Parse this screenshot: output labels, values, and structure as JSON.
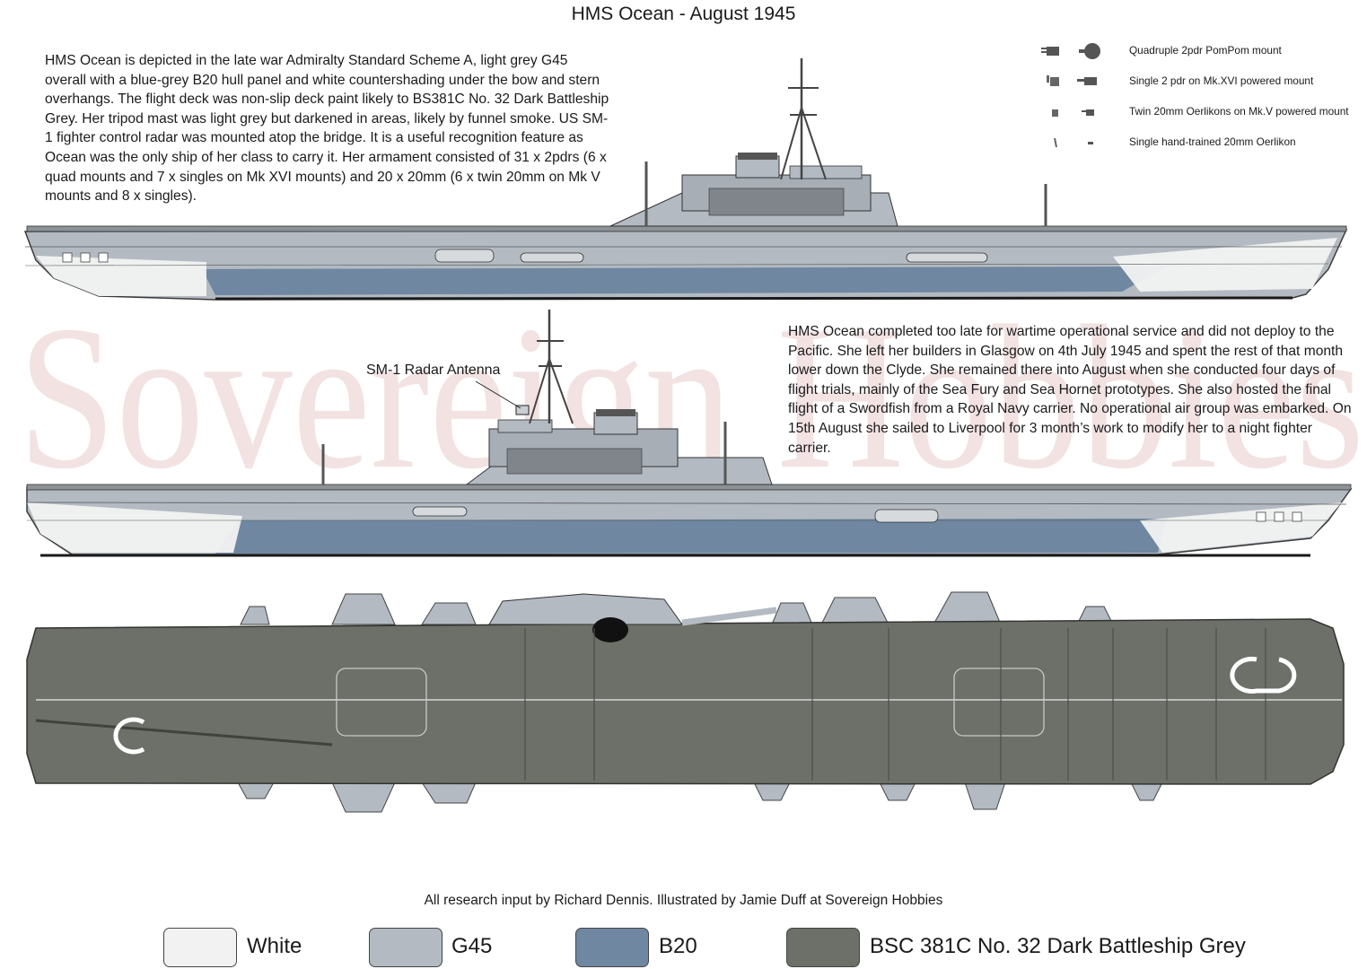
{
  "title": "HMS Ocean - August 1945",
  "paragraph_1": "HMS Ocean is depicted in the late war Admiralty Standard Scheme A, light grey G45 overall with a blue-grey B20 hull panel and white countershading under the bow and stern overhangs. The flight deck was non-slip deck paint likely to BS381C No. 32 Dark Battleship Grey. Her tripod mast was light grey but darkened in areas, likely by funnel smoke. US SM-1 fighter control radar was mounted atop the bridge. It is a useful recognition feature as Ocean was the only ship of her class to carry it. Her armament consisted of 31 x 2pdrs (6 x quad mounts and 7 x singles on Mk XVI mounts) and 20 x 20mm (6 x twin 20mm on Mk V mounts and 8 x singles).",
  "paragraph_2": "HMS Ocean completed too late for wartime operational service and did not deploy to the Pacific. She left her builders in Glasgow on 4th July 1945 and spent the rest of that month lower down the Clyde. She remained there into August when she conducted four days of flight trials, mainly of the Sea Fury and Sea Hornet prototypes. She also hosted the final flight of a Swordfish from a Royal Navy carrier. No operational air group was embarked. On 15th August she sailed to Liverpool for 3 month’s work to modify her to a night fighter carrier.",
  "armament_legend": [
    {
      "label": "Quadruple 2pdr PomPom mount",
      "icon": "quad-pompom-icon"
    },
    {
      "label": "Single 2 pdr on Mk.XVI powered mount",
      "icon": "single-2pdr-icon"
    },
    {
      "label": "Twin 20mm Oerlikons on Mk.V powered mount",
      "icon": "twin-oerlikon-icon"
    },
    {
      "label": "Single hand-trained 20mm Oerlikon",
      "icon": "single-oerlikon-icon"
    }
  ],
  "radar_callout": "SM-1 Radar Antenna",
  "credits": "All research input by Richard Dennis. Illustrated by Jamie Duff at Sovereign Hobbies",
  "watermark": "Sovereign Hobbies",
  "colors": {
    "white": "#f2f2f2",
    "g45": "#b3bac2",
    "b20": "#6f87a0",
    "deck": "#6c7068",
    "watermark": "#efdede"
  },
  "swatches": [
    {
      "label": "White",
      "color": "#f2f2f2"
    },
    {
      "label": "G45",
      "color": "#b3bac2"
    },
    {
      "label": "B20",
      "color": "#6f87a0"
    },
    {
      "label": "BSC 381C No. 32 Dark Battleship Grey",
      "color": "#6c7068"
    }
  ]
}
